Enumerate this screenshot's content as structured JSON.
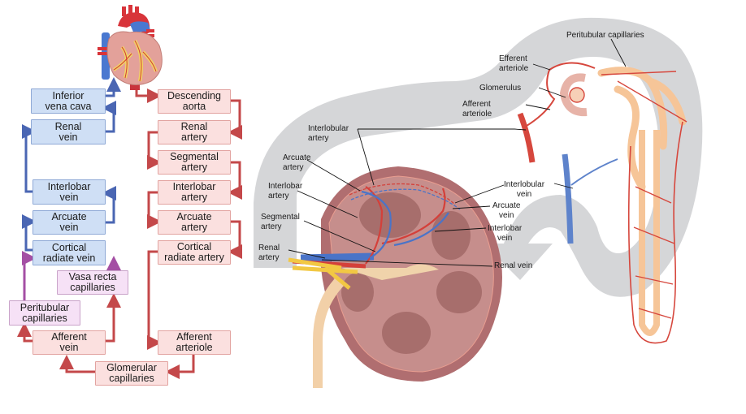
{
  "flowchart": {
    "veins": [
      {
        "id": "ivc",
        "line1": "Inferior",
        "line2": "vena cava"
      },
      {
        "id": "renal-vein",
        "line1": "Renal",
        "line2": "vein"
      },
      {
        "id": "interlobar-vein",
        "line1": "Interlobar",
        "line2": "vein"
      },
      {
        "id": "arcuate-vein",
        "line1": "Arcuate",
        "line2": "vein"
      },
      {
        "id": "cortical-radiate-vein",
        "line1": "Cortical",
        "line2": "radiate vein"
      }
    ],
    "arteries": [
      {
        "id": "descending-aorta",
        "line1": "Descending",
        "line2": "aorta"
      },
      {
        "id": "renal-artery",
        "line1": "Renal",
        "line2": "artery"
      },
      {
        "id": "segmental-artery",
        "line1": "Segmental",
        "line2": "artery"
      },
      {
        "id": "interlobar-artery",
        "line1": "Interlobar",
        "line2": "artery"
      },
      {
        "id": "arcuate-artery",
        "line1": "Arcuate",
        "line2": "artery"
      },
      {
        "id": "cortical-radiate-artery",
        "line1": "Cortical",
        "line2": "radiate artery"
      },
      {
        "id": "afferent-arteriole",
        "line1": "Afferent",
        "line2": "arteriole"
      }
    ],
    "capillaries": [
      {
        "id": "vasa-recta",
        "line1": "Vasa recta",
        "line2": "capillaries"
      },
      {
        "id": "peritubular",
        "line1": "Peritubular",
        "line2": "capillaries"
      }
    ],
    "others": [
      {
        "id": "afferent-vein",
        "line1": "Afferent",
        "line2": "vein"
      },
      {
        "id": "glomerular-capillaries",
        "line1": "Glomerular",
        "line2": "capillaries"
      }
    ]
  },
  "illustration": {
    "labels": {
      "peritubular_capillaries": [
        "Peritubular capillaries"
      ],
      "efferent_arteriole": [
        "Efferent",
        "arteriole"
      ],
      "glomerulus": [
        "Glomerulus"
      ],
      "afferent_arteriole": [
        "Afferent",
        "arteriole"
      ],
      "interlobular_artery": [
        "Interlobular",
        "artery"
      ],
      "arcuate_artery": [
        "Arcuate",
        "artery"
      ],
      "interlobar_artery": [
        "Interlobar",
        "artery"
      ],
      "segmental_artery": [
        "Segmental",
        "artery"
      ],
      "renal_artery": [
        "Renal",
        "artery"
      ],
      "interlobular_vein": [
        "Interlobular",
        "vein"
      ],
      "arcuate_vein": [
        "Arcuate",
        "vein"
      ],
      "interlobar_vein": [
        "Interlobar",
        "vein"
      ],
      "renal_vein": [
        "Renal vein"
      ]
    }
  },
  "colors": {
    "vein_fill": "#cfdff5",
    "artery_fill": "#fbe0df",
    "capillary_fill": "#f6e1f6",
    "vein_arrow": "#4a66b3",
    "artery_arrow": "#c4484a",
    "capillary_arrow": "#a44fa4",
    "flow_band": "#d5d6d8"
  }
}
